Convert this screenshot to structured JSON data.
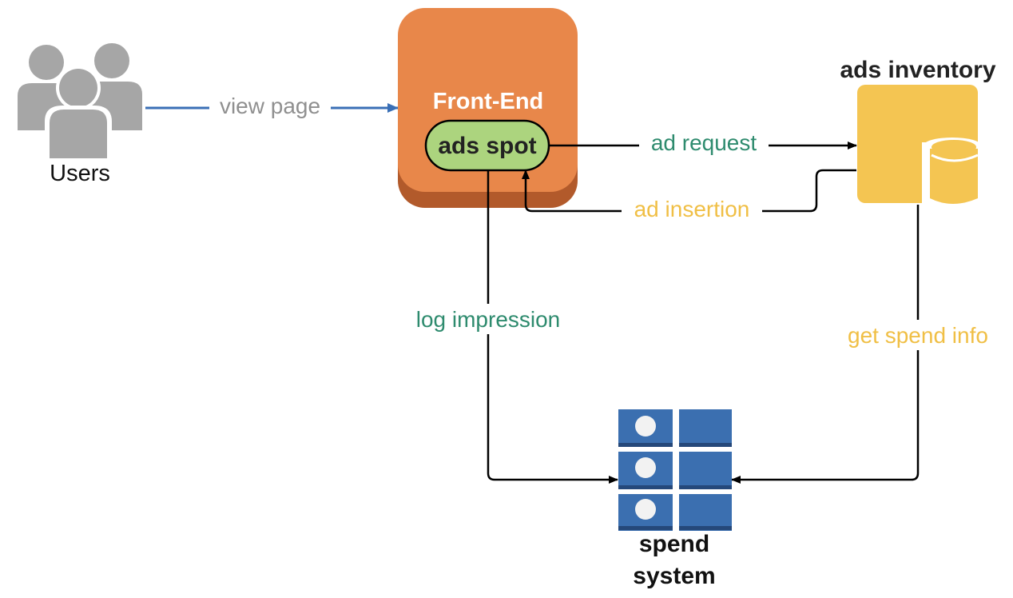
{
  "nodes": {
    "users": {
      "label": "Users"
    },
    "front_end": {
      "label": "Front-End"
    },
    "ads_spot": {
      "label": "ads spot"
    },
    "ads_inventory": {
      "label": "ads inventory"
    },
    "spend_system": {
      "label_line1": "spend",
      "label_line2": "system"
    }
  },
  "edges": {
    "view_page": {
      "label": "view page"
    },
    "ad_request": {
      "label": "ad request"
    },
    "ad_insertion": {
      "label": "ad insertion"
    },
    "log_impression": {
      "label": "log impression"
    },
    "get_spend_info": {
      "label": "get spend info"
    }
  },
  "colors": {
    "users_icon": "#a6a6a6",
    "front_end_fill": "#e8874a",
    "front_end_shadow": "#b25a2b",
    "ads_spot_fill": "#acd47e",
    "ads_inventory_fill": "#f4c552",
    "spend_system_fill": "#3b6fb0",
    "spend_system_shadow": "#25487a",
    "view_page_line": "#3a6fb6",
    "view_page_text": "#8f8f8f",
    "green_text": "#2e8b6e",
    "yellow_text": "#f0bf45",
    "connector": "#000000"
  }
}
